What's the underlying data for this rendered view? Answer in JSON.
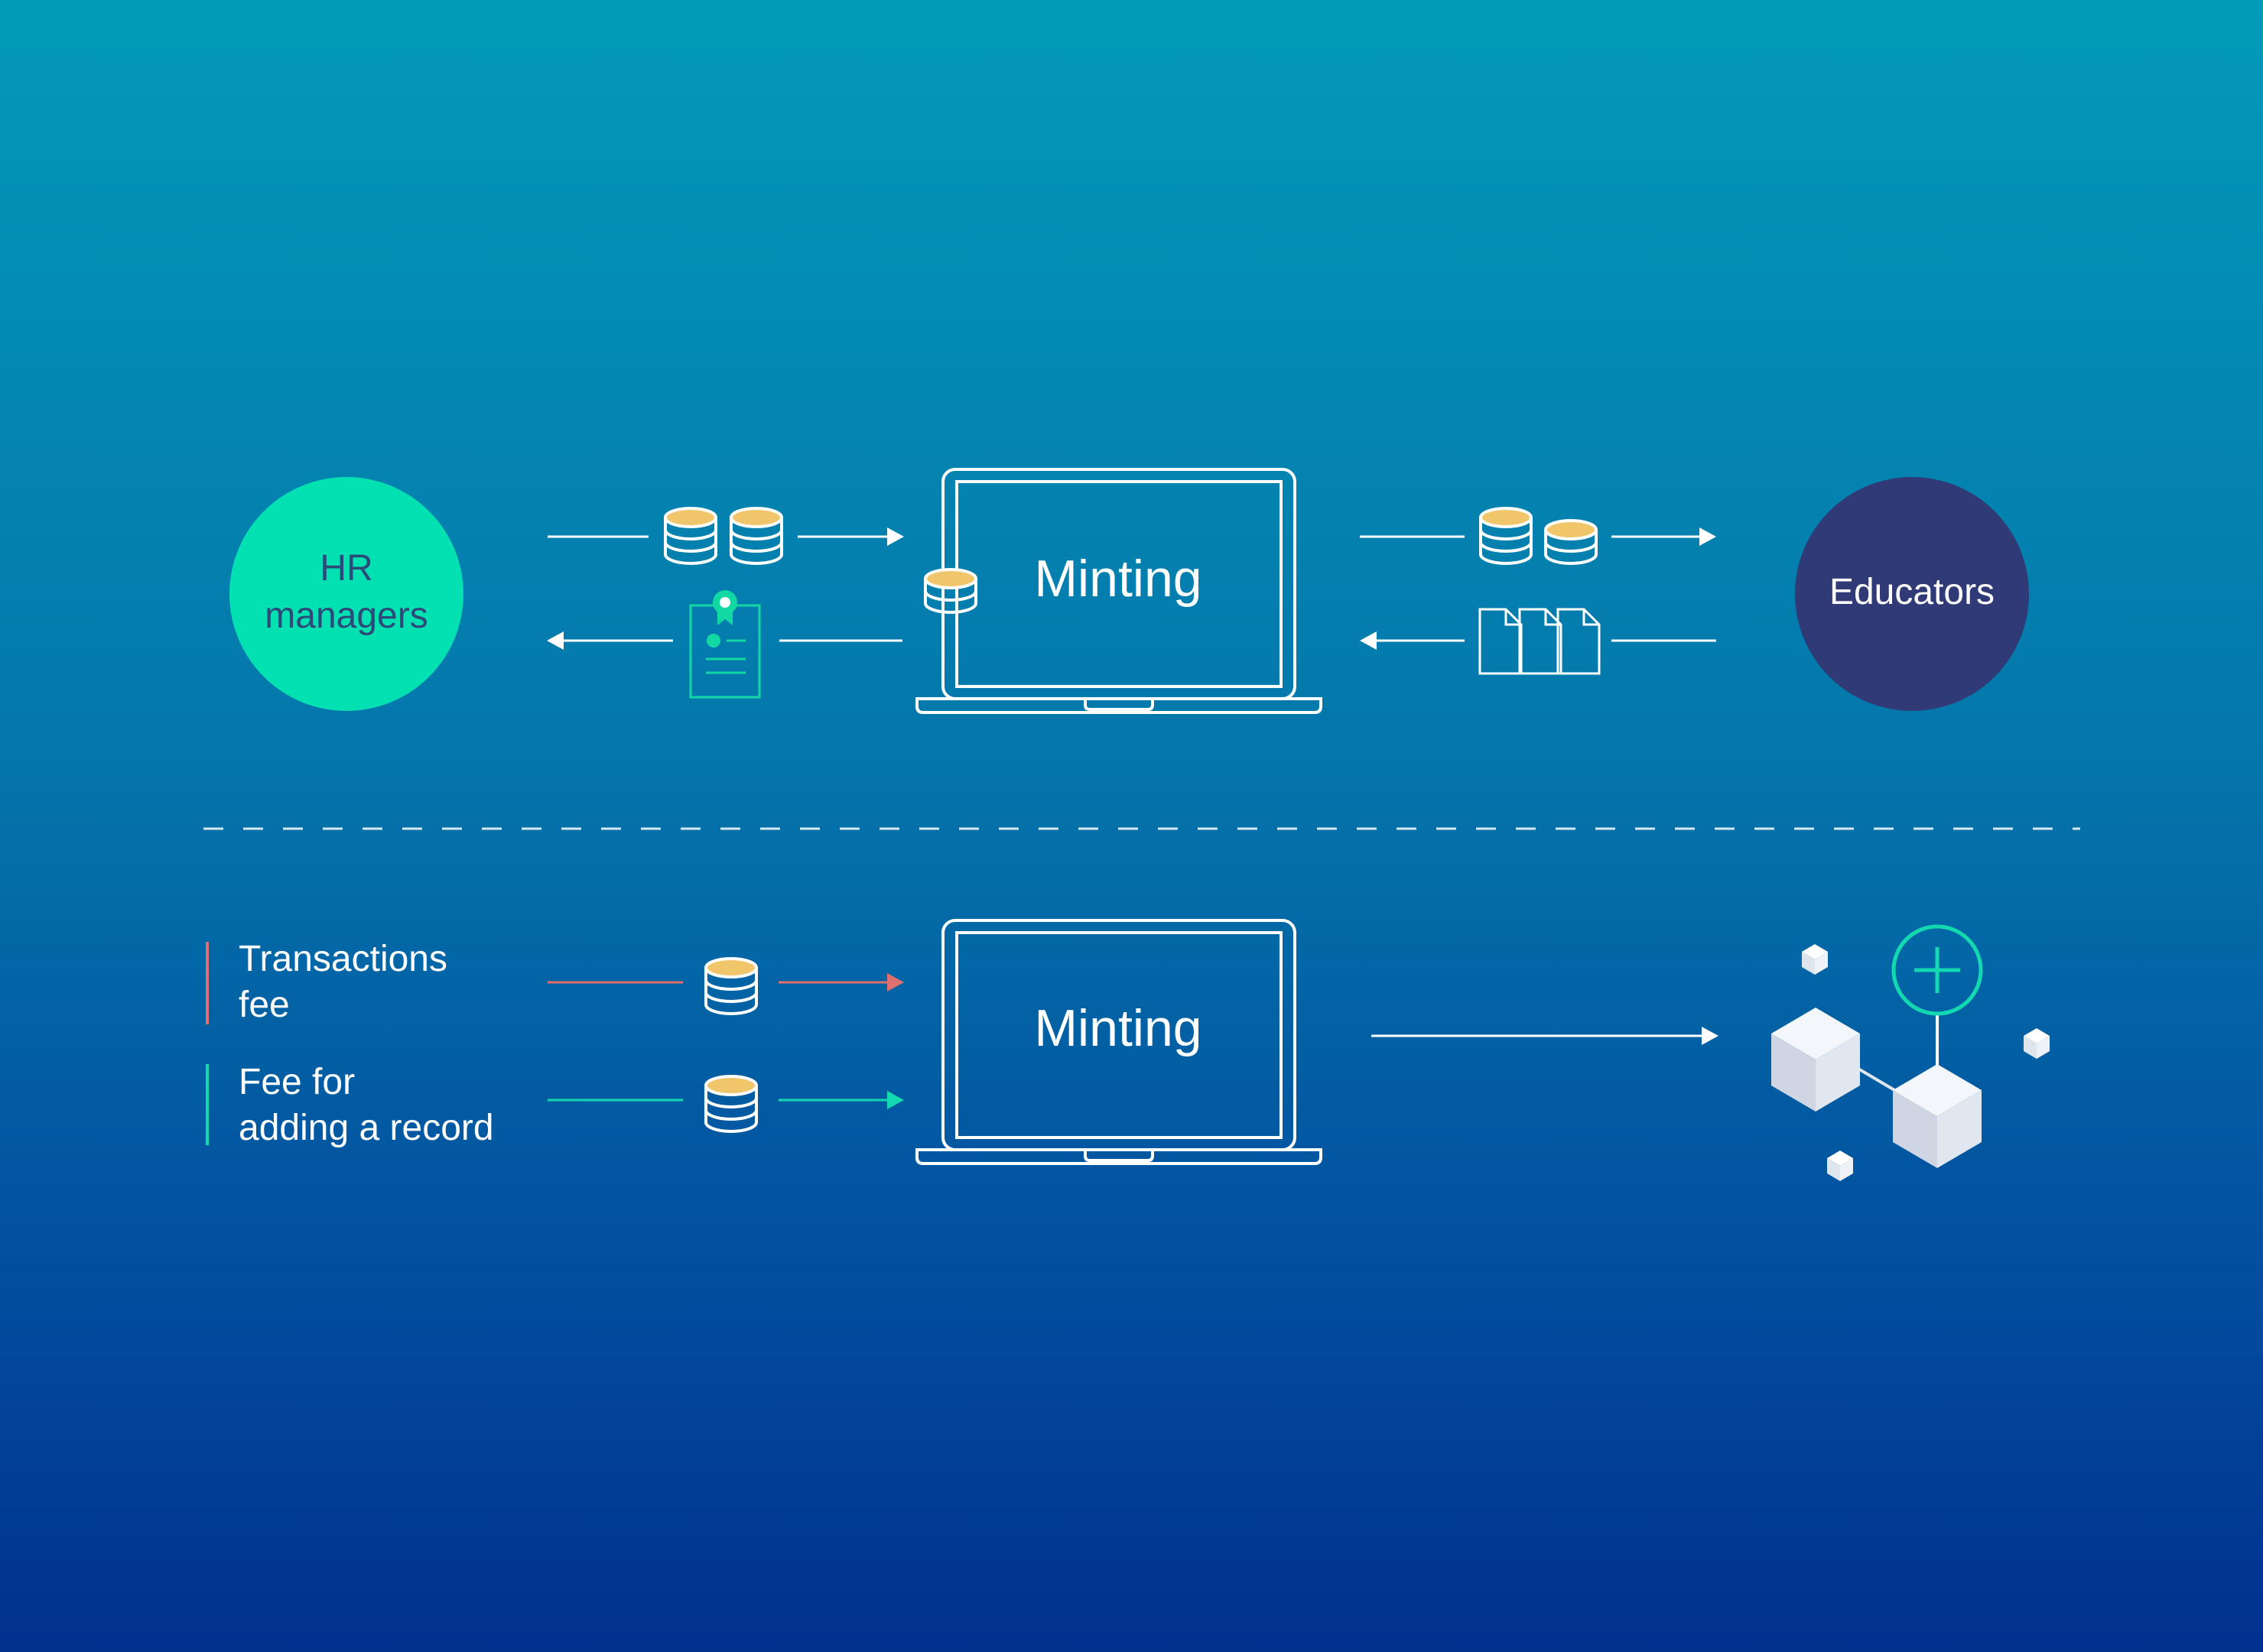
{
  "colors": {
    "hr_node": "#03e0b2",
    "educators_node": "#2f3a76",
    "coin": "#f1c66a",
    "certificate": "#12d9a4",
    "transactions_fee_line": "#e07070",
    "record_fee_line": "#12d9b0",
    "line": "#ffffff"
  },
  "nodes": {
    "hr_managers": "HR\nmanagers",
    "educators": "Educators"
  },
  "minting": {
    "top_label": "Minting",
    "bottom_label": "Minting"
  },
  "legend": {
    "transactions_fee": "Transactions\nfee",
    "record_fee": "Fee for\nadding a record"
  },
  "icons": {
    "coins": "coin-stack-icon",
    "certificate": "certificate-icon",
    "documents": "documents-icon",
    "laptop": "laptop-icon",
    "blockchain": "blockchain-cubes-icon",
    "plus": "plus-circle-icon"
  }
}
